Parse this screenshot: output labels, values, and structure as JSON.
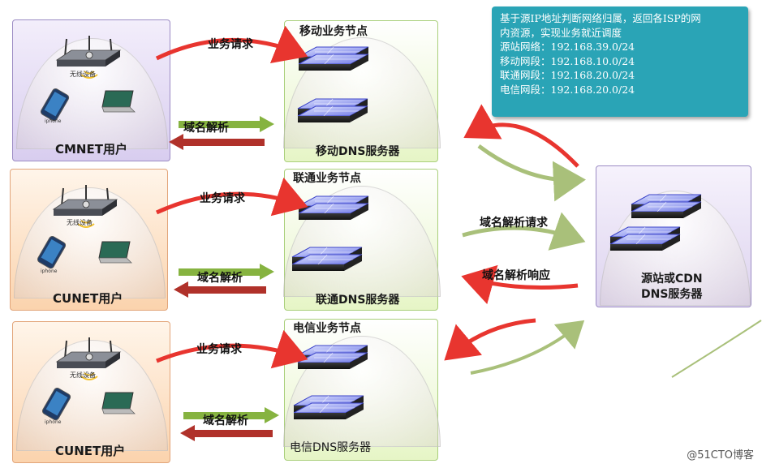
{
  "users": [
    {
      "title": "CMNET用户",
      "wireless_label": "无线设备",
      "phone_label": "iphone"
    },
    {
      "title": "CUNET用户",
      "wireless_label": "无线设备",
      "phone_label": "iphone"
    },
    {
      "title": "CUNET用户",
      "wireless_label": "无线设备",
      "phone_label": "iphone"
    }
  ],
  "nodes": [
    {
      "title": "移动业务节点",
      "dns": "移动DNS服务器"
    },
    {
      "title": "联通业务节点",
      "dns": "联通DNS服务器"
    },
    {
      "title": "电信业务节点",
      "dns": "电信DNS服务器"
    }
  ],
  "arrows": {
    "business_request": "业务请求",
    "domain_resolve": "域名解析",
    "resolve_request": "域名解析请求",
    "resolve_response": "域名解析响应"
  },
  "source": {
    "line1": "源站或CDN",
    "line2": "DNS服务器"
  },
  "info": {
    "lines": [
      "基于源IP地址判断网络归属，返回各ISP的网",
      "内资源，实现业务就近调度",
      "源站网络：192.168.39.0/24",
      "移动网段：192.168.10.0/24",
      "联通网段：192.168.20.0/24",
      "电信网段：192.168.20.0/24"
    ]
  },
  "watermark": "@51CTO博客",
  "colors": {
    "red_arrow": "#e8352f",
    "green_arrow": "#86b340",
    "darkred_arrow": "#b0312a",
    "info_bg": "#2aa4b6"
  }
}
